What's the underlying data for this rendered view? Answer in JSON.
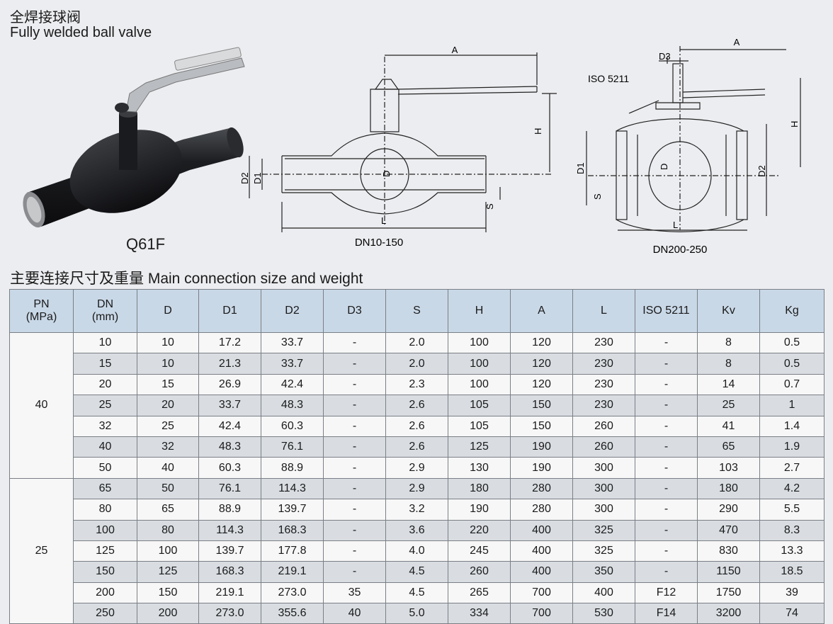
{
  "header": {
    "title_cn": "全焊接球阀",
    "title_en": "Fully welded ball valve"
  },
  "product": {
    "model": "Q61F"
  },
  "drawings": {
    "small": {
      "caption": "DN10-150",
      "labels": {
        "A": "A",
        "H": "H",
        "D": "D",
        "D1": "D1",
        "D2": "D2",
        "S": "S",
        "L": "L"
      }
    },
    "large": {
      "caption": "DN200-250",
      "labels": {
        "A": "A",
        "D3": "D3",
        "iso": "ISO 5211",
        "H": "H",
        "D": "D",
        "D1": "D1",
        "D2": "D2",
        "S": "S",
        "L": "L"
      }
    }
  },
  "table": {
    "title": "主要连接尺寸及重量 Main connection size and weight",
    "headers": [
      {
        "l1": "PN",
        "l2": "(MPa)"
      },
      {
        "l1": "DN",
        "l2": "(mm)"
      },
      {
        "l1": "D",
        "l2": ""
      },
      {
        "l1": "D1",
        "l2": ""
      },
      {
        "l1": "D2",
        "l2": ""
      },
      {
        "l1": "D3",
        "l2": ""
      },
      {
        "l1": "S",
        "l2": ""
      },
      {
        "l1": "H",
        "l2": ""
      },
      {
        "l1": "A",
        "l2": ""
      },
      {
        "l1": "L",
        "l2": ""
      },
      {
        "l1": "ISO 5211",
        "l2": ""
      },
      {
        "l1": "Kv",
        "l2": ""
      },
      {
        "l1": "Kg",
        "l2": ""
      }
    ],
    "pn_groups": [
      "40",
      "25"
    ],
    "rows": [
      [
        "10",
        "10",
        "17.2",
        "33.7",
        "-",
        "2.0",
        "100",
        "120",
        "230",
        "-",
        "8",
        "0.5"
      ],
      [
        "15",
        "10",
        "21.3",
        "33.7",
        "-",
        "2.0",
        "100",
        "120",
        "230",
        "-",
        "8",
        "0.5"
      ],
      [
        "20",
        "15",
        "26.9",
        "42.4",
        "-",
        "2.3",
        "100",
        "120",
        "230",
        "-",
        "14",
        "0.7"
      ],
      [
        "25",
        "20",
        "33.7",
        "48.3",
        "-",
        "2.6",
        "105",
        "150",
        "230",
        "-",
        "25",
        "1"
      ],
      [
        "32",
        "25",
        "42.4",
        "60.3",
        "-",
        "2.6",
        "105",
        "150",
        "260",
        "-",
        "41",
        "1.4"
      ],
      [
        "40",
        "32",
        "48.3",
        "76.1",
        "-",
        "2.6",
        "125",
        "190",
        "260",
        "-",
        "65",
        "1.9"
      ],
      [
        "50",
        "40",
        "60.3",
        "88.9",
        "-",
        "2.9",
        "130",
        "190",
        "300",
        "-",
        "103",
        "2.7"
      ],
      [
        "65",
        "50",
        "76.1",
        "114.3",
        "-",
        "2.9",
        "180",
        "280",
        "300",
        "-",
        "180",
        "4.2"
      ],
      [
        "80",
        "65",
        "88.9",
        "139.7",
        "-",
        "3.2",
        "190",
        "280",
        "300",
        "-",
        "290",
        "5.5"
      ],
      [
        "100",
        "80",
        "114.3",
        "168.3",
        "-",
        "3.6",
        "220",
        "400",
        "325",
        "-",
        "470",
        "8.3"
      ],
      [
        "125",
        "100",
        "139.7",
        "177.8",
        "-",
        "4.0",
        "245",
        "400",
        "325",
        "-",
        "830",
        "13.3"
      ],
      [
        "150",
        "125",
        "168.3",
        "219.1",
        "-",
        "4.5",
        "260",
        "400",
        "350",
        "-",
        "1150",
        "18.5"
      ],
      [
        "200",
        "150",
        "219.1",
        "273.0",
        "35",
        "4.5",
        "265",
        "700",
        "400",
        "F12",
        "1750",
        "39"
      ],
      [
        "250",
        "200",
        "273.0",
        "355.6",
        "40",
        "5.0",
        "334",
        "700",
        "530",
        "F14",
        "3200",
        "74"
      ]
    ]
  }
}
